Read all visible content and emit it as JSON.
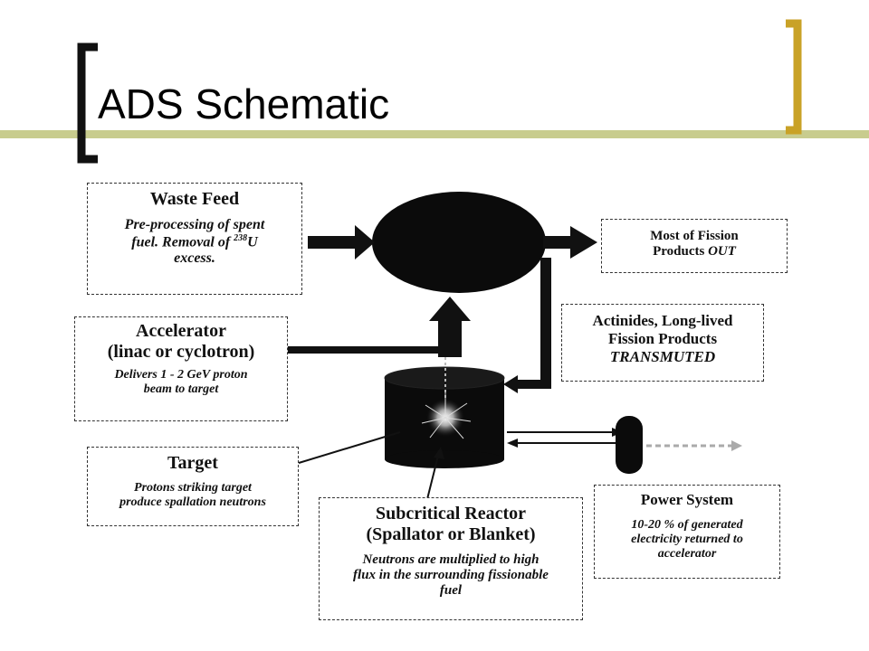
{
  "slide": {
    "title": "ADS Schematic",
    "accent_color": "#c9a227",
    "rule_color": "#c8cc8e"
  },
  "boxes": {
    "waste_feed": {
      "title": "Waste Feed",
      "text_l1": "Pre-processing of spent",
      "text_l2_pre": "fuel. Removal of ",
      "text_l2_sup": "238",
      "text_l2_post": "U",
      "text_l3": "excess."
    },
    "accelerator": {
      "title_l1": "Accelerator",
      "title_l2": "(linac or cyclotron)",
      "text_l1": "Delivers 1 - 2 GeV proton",
      "text_l2": "beam to target"
    },
    "target": {
      "title": "Target",
      "text_l1": "Protons striking target",
      "text_l2": "produce spallation neutrons"
    },
    "reactor": {
      "title_l1": "Subcritical Reactor",
      "title_l2": "(Spallator or Blanket)",
      "text_l1": "Neutrons are multiplied to high",
      "text_l2": "flux in the surrounding fissionable",
      "text_l3": "fuel"
    },
    "fission_out": {
      "text_l1": "Most of Fission",
      "text_l2_a": "Products ",
      "text_l2_b": "OUT"
    },
    "actinides": {
      "text_l1": "Actinides, Long-lived",
      "text_l2": "Fission Products",
      "text_l3": "TRANSMUTED"
    },
    "power": {
      "title": "Power System",
      "text_l1": "10-20 % of generated",
      "text_l2": "electricity returned to",
      "text_l3": "accelerator"
    }
  }
}
